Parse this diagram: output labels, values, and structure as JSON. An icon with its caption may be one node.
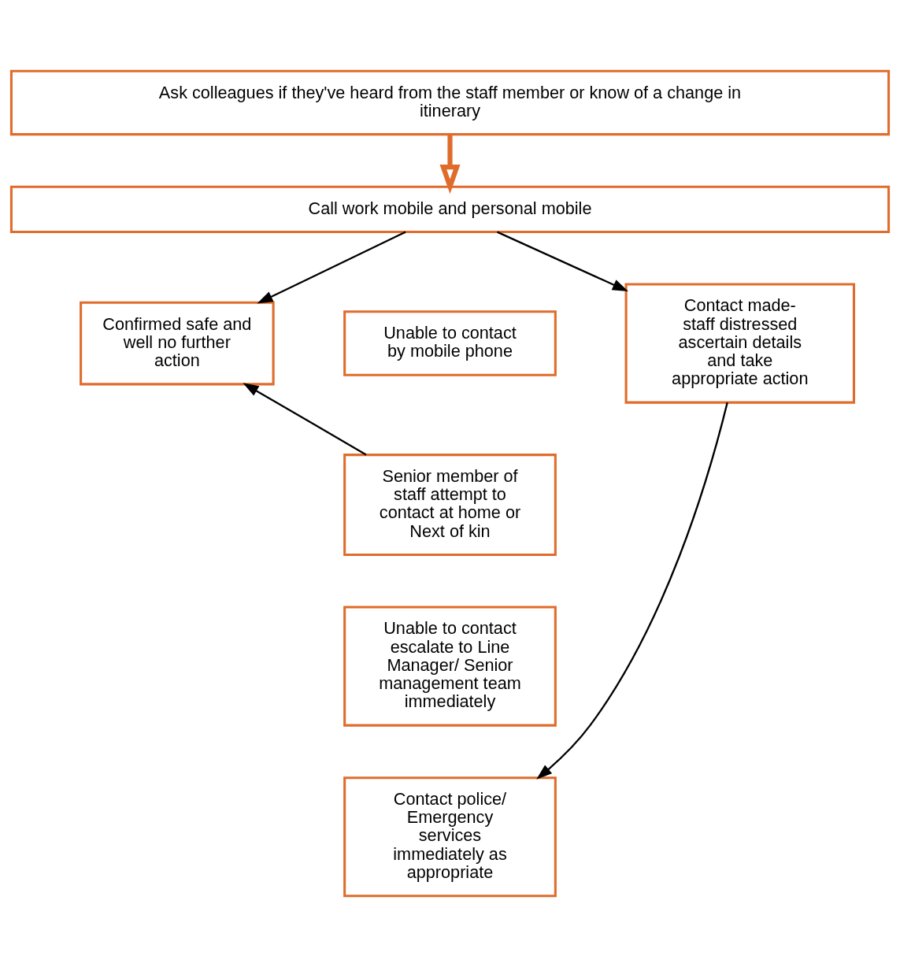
{
  "diagram": {
    "nodes": [
      {
        "text": [
          "Ask colleagues if they've heard from the staff member or know of a change in itinerary"
        ]
      },
      {
        "text": [
          "Call work mobile and personal mobile"
        ]
      },
      {
        "text": [
          "Confirmed safe and well no further action"
        ]
      },
      {
        "text": [
          "Unable to contact by mobile phone"
        ]
      },
      {
        "text": [
          "Contact made- staff distressed ascertain details and take appropriate action"
        ]
      },
      {
        "text": [
          "Senior member of staff attempt to contact at home or Next of kin"
        ]
      },
      {
        "text": [
          "Unable to contact escalate to Line Manager/ Senior management team immediately"
        ]
      },
      {
        "text": [
          "Contact police/ Emergency services immediately as appropriate"
        ]
      }
    ],
    "edges": [
      {
        "from": 0,
        "to": 1,
        "arrow": "to",
        "style": "thick",
        "color": "#e06c2c"
      },
      {
        "from": 1,
        "to": 2,
        "arrow": "to"
      },
      {
        "from": 1,
        "to": 4,
        "arrow": "to"
      },
      {
        "from": 5,
        "to": 2,
        "arrow": "to"
      },
      {
        "from": 4,
        "to": 7,
        "arrow": "to"
      }
    ]
  }
}
